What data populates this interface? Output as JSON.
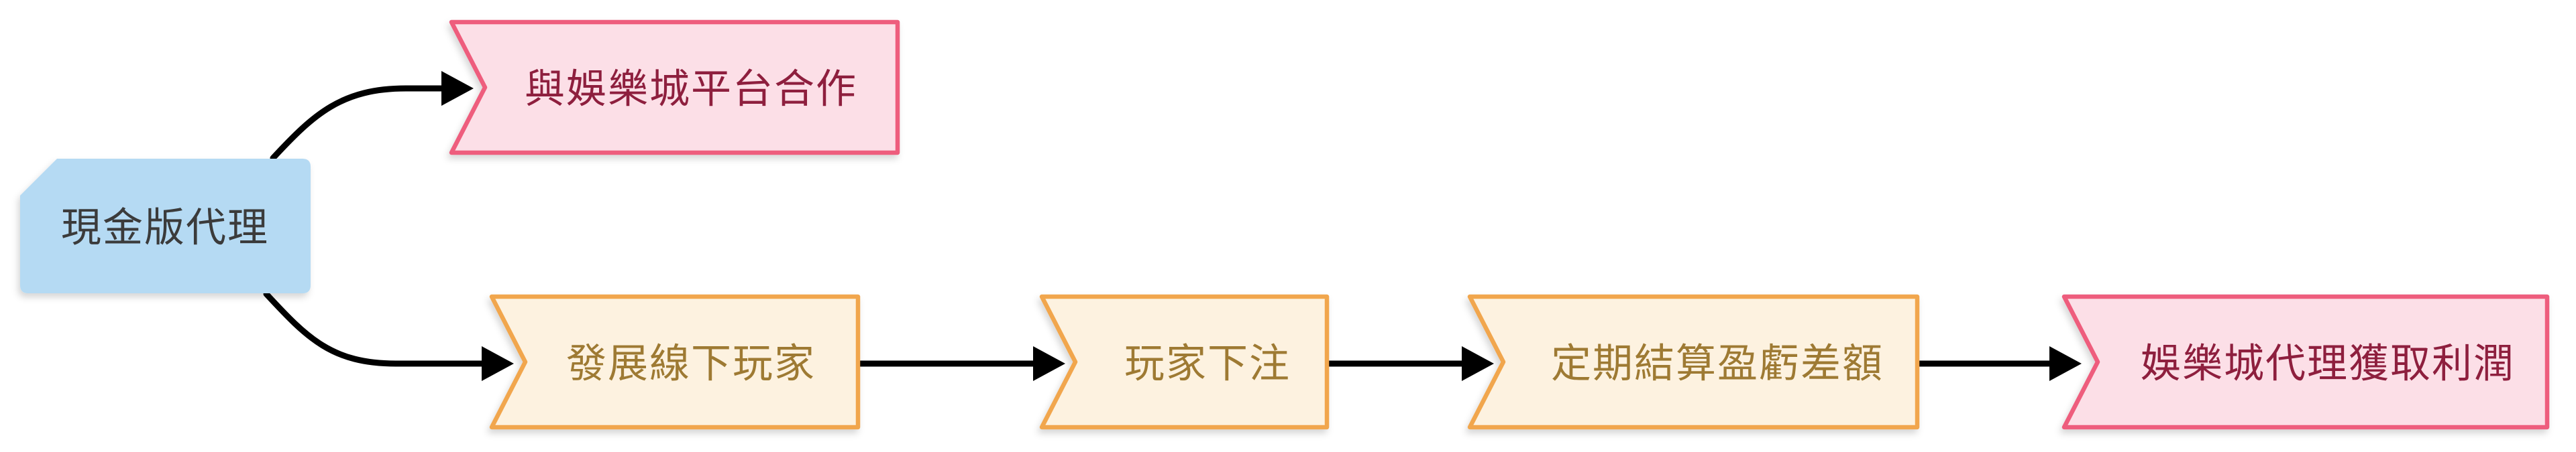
{
  "diagram": {
    "type": "flowchart",
    "direction": "left-to-right",
    "background": "#ffffff"
  },
  "colors": {
    "background": "#ffffff",
    "edge": "#000000",
    "blue_fill": "#b5daf3",
    "blue_text": "#3b3b3b",
    "pink_fill": "#fcdfe7",
    "pink_stroke": "#ee5d7d",
    "pink_text": "#8e1f3e",
    "orange_fill": "#fdf2e0",
    "orange_stroke": "#f1a64d",
    "orange_text": "#9e7a33"
  },
  "nodes": {
    "agent": {
      "label": "現金版代理",
      "shape": "card",
      "color": "blue"
    },
    "coop": {
      "label": "與娛樂城平台合作",
      "shape": "ribbon",
      "color": "pink"
    },
    "develop": {
      "label": "發展線下玩家",
      "shape": "ribbon",
      "color": "orange"
    },
    "bet": {
      "label": "玩家下注",
      "shape": "ribbon",
      "color": "orange"
    },
    "settle": {
      "label": "定期結算盈虧差額",
      "shape": "ribbon",
      "color": "orange"
    },
    "profit": {
      "label": "娛樂城代理獲取利潤",
      "shape": "ribbon",
      "color": "pink"
    }
  },
  "edges": [
    {
      "from": "agent",
      "to": "coop"
    },
    {
      "from": "agent",
      "to": "develop"
    },
    {
      "from": "develop",
      "to": "bet"
    },
    {
      "from": "bet",
      "to": "settle"
    },
    {
      "from": "settle",
      "to": "profit"
    }
  ]
}
